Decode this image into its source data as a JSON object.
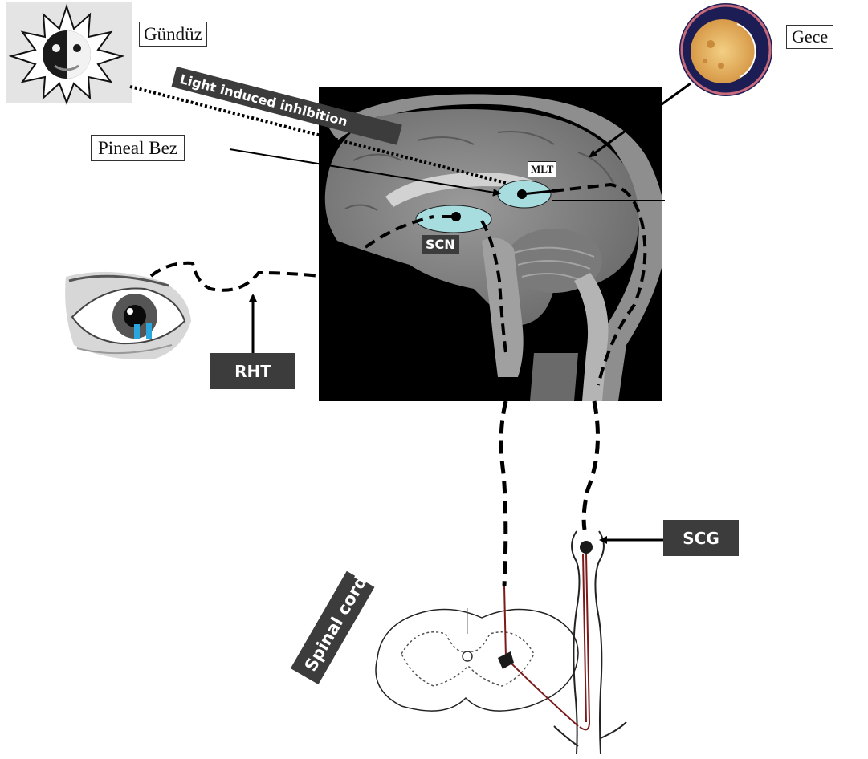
{
  "labels": {
    "day": "Gündüz",
    "night": "Gece",
    "pineal": "Pineal Bez",
    "light_inhibition": "Light induced inhibition",
    "mlt": "MLT",
    "scn": "SCN",
    "rht": "RHT",
    "scg": "SCG",
    "spinal_cord": "Spinal cord"
  },
  "icons": {
    "day": "sun-icon",
    "night": "moon-icon",
    "eye": "eye-icon"
  },
  "colors": {
    "highlight": "#a8dde0",
    "label_bg": "#3c3c3c",
    "neuron_line": "#7a1a1a"
  }
}
